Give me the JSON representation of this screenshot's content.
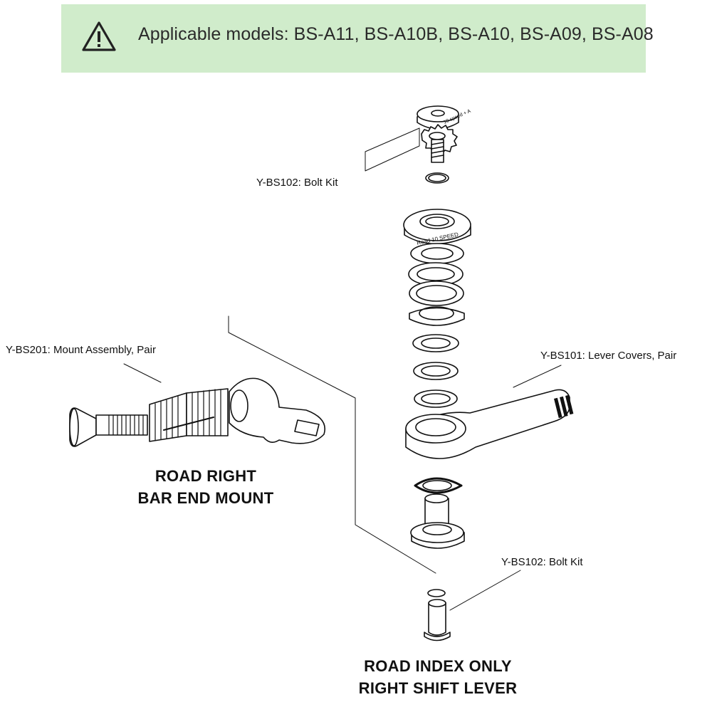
{
  "banner": {
    "icon": "warning-triangle-icon",
    "text": "Applicable models: BS-A11, BS-A10B, BS-A10, BS-A09, BS-A08",
    "background": "#d0eccb"
  },
  "callouts": {
    "bolt_kit_top": "Y-BS102: Bolt Kit",
    "mount_assembly": "Y-BS201: Mount Assembly, Pair",
    "lever_covers": "Y-BS101: Lever Covers, Pair",
    "bolt_kit_bottom": "Y-BS102: Bolt Kit"
  },
  "headings": {
    "mount_line1": "ROAD RIGHT",
    "mount_line2": "BAR END MOUNT",
    "lever_line1": "ROAD INDEX ONLY",
    "lever_line2": "RIGHT SHIFT LEVER"
  },
  "part_markings": {
    "top_cap": "Road 10 SPEED",
    "bolt_head": "10 speed + A"
  }
}
